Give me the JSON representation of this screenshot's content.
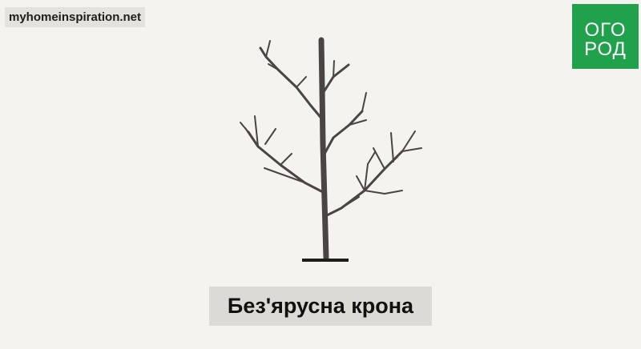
{
  "watermark": {
    "text": "myhomeinspiration.net"
  },
  "logo": {
    "line1": "ОГО",
    "line2": "РОД",
    "background_color": "#1fa24b",
    "text_color": "#ffffff"
  },
  "illustration": {
    "icon": "bare-tree-icon",
    "ground": "ground-line-icon",
    "color": "#4a4444"
  },
  "caption": {
    "text": "Без'ярусна крона"
  }
}
